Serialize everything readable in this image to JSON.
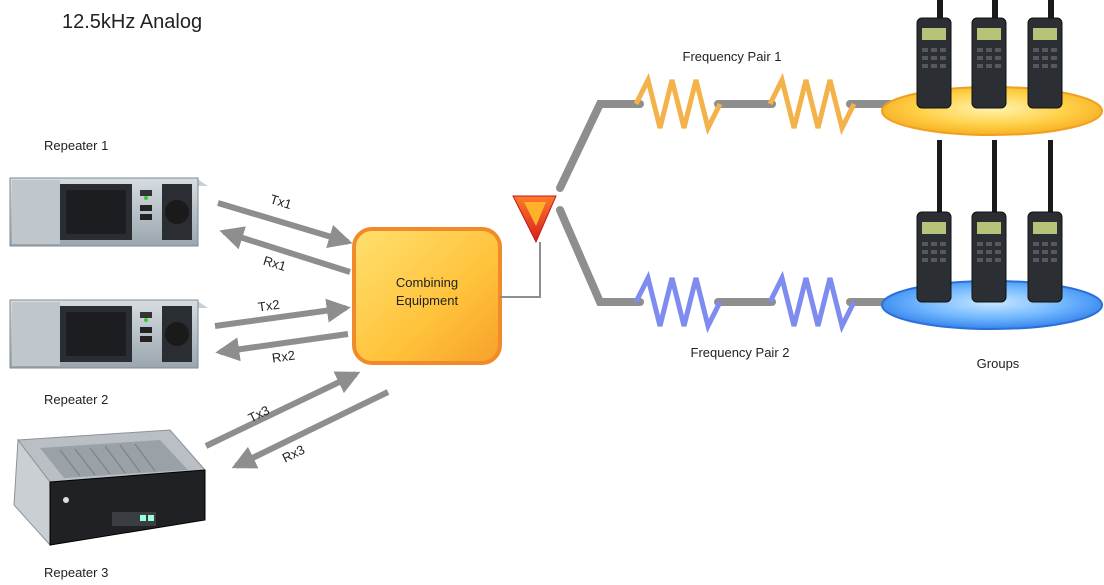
{
  "title": "12.5kHz Analog",
  "repeaters": [
    {
      "label": "Repeater 1"
    },
    {
      "label": "Repeater 2"
    },
    {
      "label": "Repeater 3"
    }
  ],
  "links": [
    {
      "tx": "Tx1",
      "rx": "Rx1"
    },
    {
      "tx": "Tx2",
      "rx": "Rx2"
    },
    {
      "tx": "Tx3",
      "rx": "Rx3"
    }
  ],
  "combiner": {
    "line1": "Combining",
    "line2": "Equipment"
  },
  "pairs": [
    {
      "label": "Frequency Pair 1",
      "color": "#f4b24a",
      "base_color": "#f7b81e"
    },
    {
      "label": "Frequency Pair 2",
      "color": "#7e8cf0",
      "base_color": "#3b8cf0"
    }
  ],
  "groups_label": "Groups",
  "colors": {
    "arrow": "#8e8e8e",
    "antenna": "#e8321e",
    "combiner_fill": "#ffcf4a",
    "combiner_stroke": "#f08a2a"
  }
}
